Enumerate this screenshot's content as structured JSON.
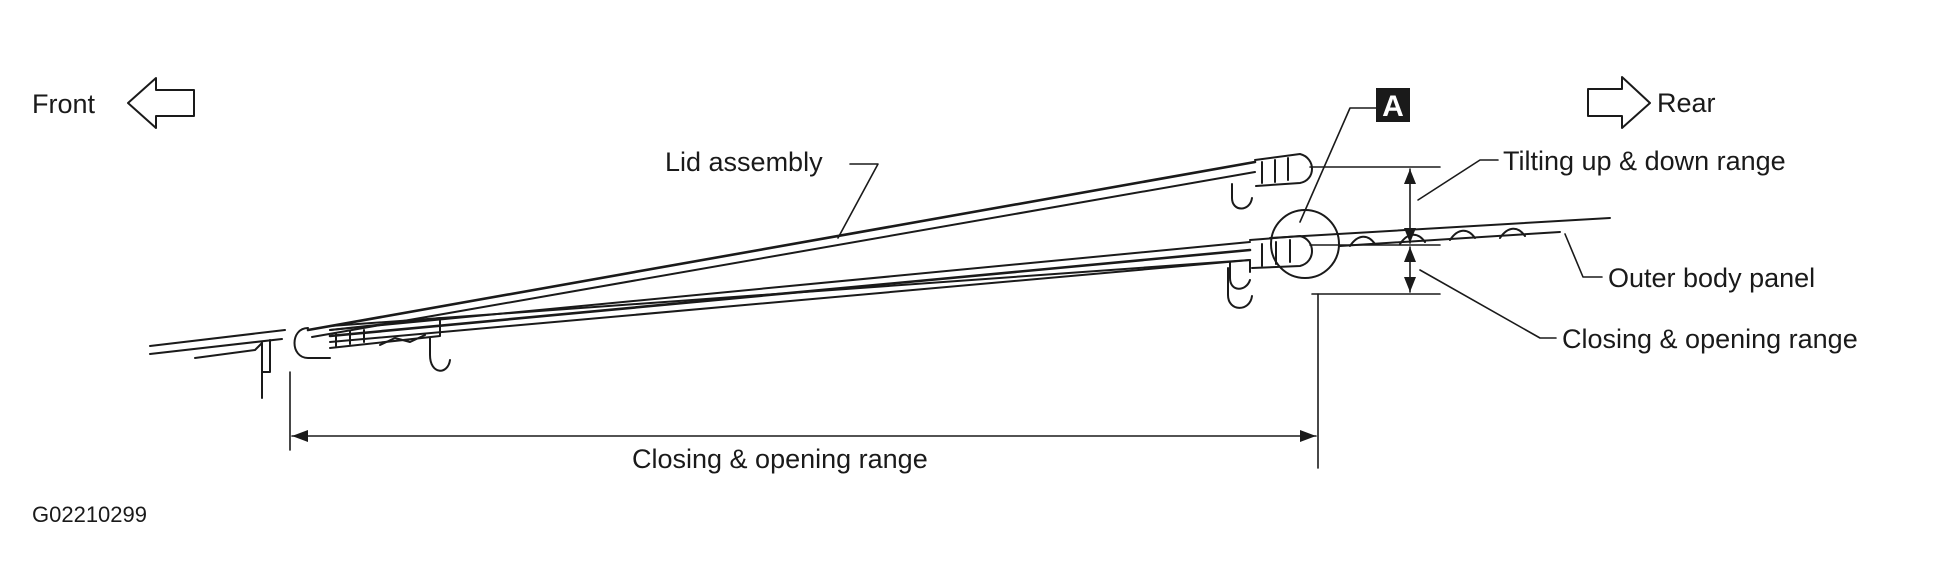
{
  "diagram": {
    "direction": {
      "front": "Front",
      "rear": "Rear"
    },
    "detail_marker": "A",
    "labels": {
      "lid_assembly": "Lid assembly",
      "tilting_range": "Tilting up & down range",
      "outer_body_panel": "Outer body panel",
      "closing_opening_range_right": "Closing & opening range",
      "closing_opening_range_bottom": "Closing & opening range"
    },
    "figure_code": "G02210299"
  }
}
